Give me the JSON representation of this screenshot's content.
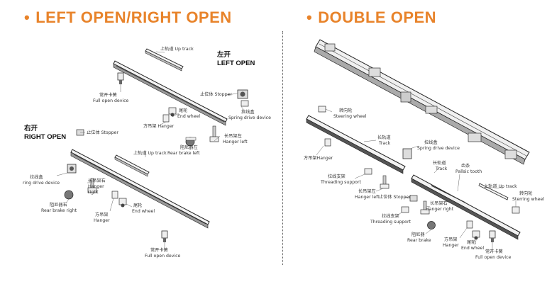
{
  "headings": {
    "left_title": "LEFT OPEN/RIGHT OPEN",
    "right_title": "DOUBLE OPEN",
    "bullet": "•"
  },
  "accent_color": "#e8832a",
  "left_diagram": {
    "left_open_cn": "左开",
    "left_open_en": "LEFT OPEN",
    "right_open_cn": "右开",
    "right_open_en": "RIGHT OPEN",
    "labels": {
      "up_track_top": "上轨道 Up track",
      "full_open_top_cn": "常开卡簧",
      "full_open_top_en": "Full open device",
      "stopper_top": "止位体 Stopper",
      "end_wheel_top_cn": "尾轮",
      "end_wheel_top_en": "End wheel",
      "spring_drive_top_cn": "拉线盒",
      "spring_drive_top_en": "Spring drive device",
      "hanger_top": "方吊架 Hanger",
      "hanger_left_cn": "长吊架左",
      "hanger_left_en": "Hanger left",
      "rear_brake_left_cn": "阻尼器左",
      "rear_brake_left_en": "Rear brake left",
      "stopper_bottom": "止位体 Stopper",
      "up_track_bottom": "上轨道 Up track",
      "ring_drive_cn": "拉线盒",
      "ring_drive_en": "ring drive device",
      "hanger_right_cn": "长吊架右",
      "hanger_right_en1": "Hanger",
      "hanger_right_en2": "right",
      "rear_brake_right_cn": "阻尼器右",
      "rear_brake_right_en": "Rear brake right",
      "hanger_bottom_cn": "方吊架",
      "hanger_bottom_en": "Hanger",
      "end_wheel_bottom_cn": "尾轮",
      "end_wheel_bottom_en": "End wheel",
      "full_open_bottom_cn": "常开卡簧",
      "full_open_bottom_en": "Full open device"
    }
  },
  "right_diagram": {
    "labels": {
      "steering_wheel_cn": "转向轮",
      "steering_wheel_en": "Steering wheel",
      "track_cn": "长轨道",
      "track_en": "Track",
      "spring_drive_cn": "拉线盒",
      "spring_drive_en": "Spring drive device",
      "hanger_left": "方吊架Hanger",
      "threading_support_cn": "拉线支架",
      "threading_support_en": "Threading support",
      "hanger_left2_cn": "长吊架左",
      "hanger_left2_en": "Hanger left",
      "track2_cn": "长轨道",
      "track2_en": "Track",
      "pallsic_tooth_cn": "齿条",
      "pallsic_tooth_en": "Pallsic tooth",
      "up_track": "上轨道 Up track",
      "steering_wheel2_cn": "转向轮",
      "steering_wheel2_en": "Sterring wheel",
      "stopper": "止位体 Stopper",
      "hanger_right_cn": "长吊架右",
      "hanger_right_en": "Hanger right",
      "threading_support2_cn": "拉线支架",
      "threading_support2_en": "Threading support",
      "rear_brake_cn": "阻尼器",
      "rear_brake_en": "Rear brake",
      "hanger_cn": "方吊架",
      "hanger_en": "Hanger",
      "end_wheel_cn": "尾轮",
      "end_wheel_en": "End wheel",
      "full_open_cn": "常开卡簧",
      "full_open_en": "Full open device"
    }
  }
}
